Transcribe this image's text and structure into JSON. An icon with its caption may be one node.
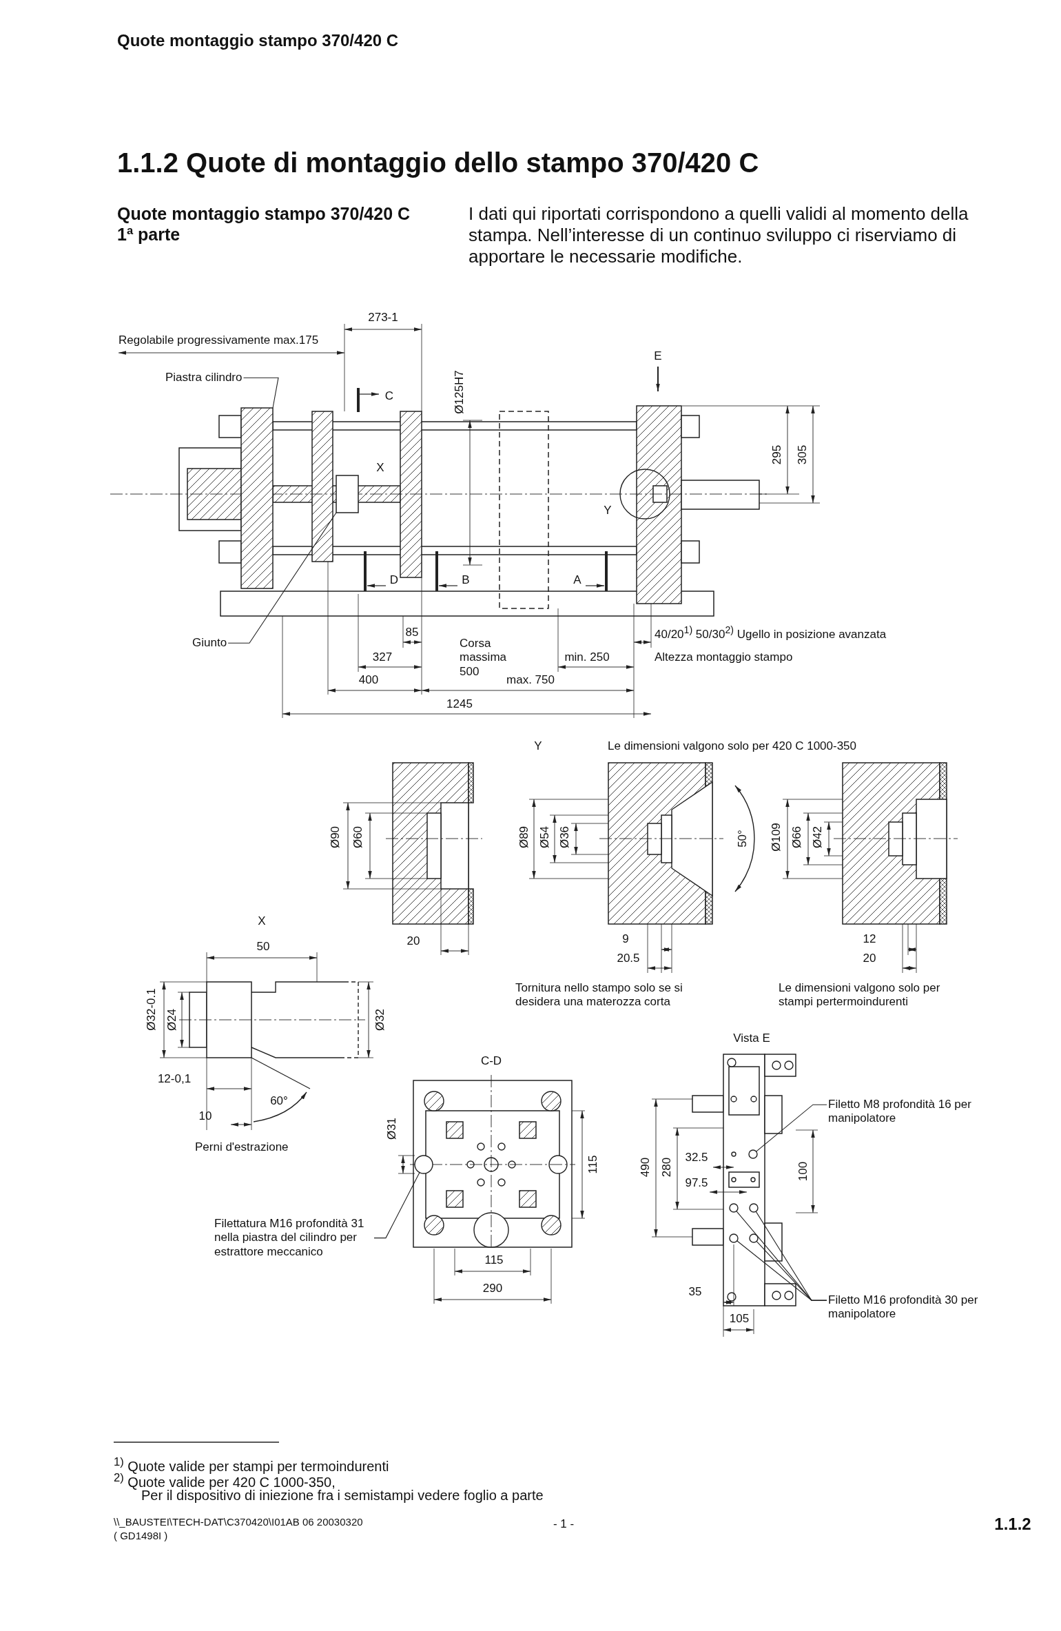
{
  "diagram": {
    "title": "1.1.2 Quote di montaggio dello stampo 370/420 C",
    "nodes": [
      {
        "text": [
          "Piastra cilindro"
        ]
      },
      {
        "text": [
          "Giunto"
        ]
      },
      {
        "text": [
          "Filettatura M16 profondità 31 nella piastra del cilindro per estrattore meccanico"
        ]
      },
      {
        "text": [
          "Filetto M8 profondità 16 per manipolatore"
        ]
      },
      {
        "text": [
          "Filetto M16 profondità 30 per manipolatore"
        ]
      },
      {
        "text": [],
        "shape": "box"
      },
      {
        "text": [],
        "shape": "box"
      },
      {
        "text": [],
        "shape": "circle"
      },
      {
        "text": [],
        "shape": "circle"
      },
      {
        "text": [],
        "shape": "circle"
      },
      {
        "text": [],
        "shape": "circle"
      },
      {
        "text": [],
        "shape": "circle"
      },
      {
        "text": [],
        "shape": "circle"
      }
    ],
    "edges": [
      {
        "from": 0,
        "to": 5,
        "arrow": "none"
      },
      {
        "from": 1,
        "to": 6,
        "arrow": "none"
      },
      {
        "from": 2,
        "to": 7,
        "arrow": "none"
      },
      {
        "from": 3,
        "to": 8,
        "arrow": "none"
      },
      {
        "from": 4,
        "to": 9,
        "arrow": "none"
      },
      {
        "from": 4,
        "to": 10,
        "arrow": "none"
      },
      {
        "from": 4,
        "to": 11,
        "arrow": "none"
      },
      {
        "from": 4,
        "to": 12,
        "arrow": "none"
      }
    ],
    "labels": [
      "Quote montaggio stampo 370/420 C",
      "Quote montaggio stampo 370/420 C 1ª parte",
      "I dati qui riportati corrispondono a quelli validi al momento della stampa. Nell’interesse di un continuo sviluppo ci riserviamo di apportare le necessarie modifiche.",
      "273-1",
      "Regolabile progressivamente max.175",
      "C",
      "Ø125H7",
      "E",
      "X",
      "295",
      "305",
      "Y",
      "D",
      "B",
      "A",
      "85",
      "Corsa massima 500",
      "40/20$^{1)}$ 50/30$^{2)}$ Ugello in posizione avanzata",
      "327",
      "min. 250",
      "Altezza montaggio stampo",
      "400",
      "max. 750",
      "1245",
      "Y",
      "Le dimensioni valgono solo per 420 C 1000-350",
      "Ø90",
      "Ø60",
      "Ø89",
      "Ø54",
      "Ø36",
      "50°",
      "Ø109",
      "Ø66",
      "Ø42",
      "X",
      "20",
      "9",
      "50",
      "20.5",
      "12",
      "20",
      "Tornitura nello stampo solo se si desidera una materozza corta",
      "Le dimensioni valgono solo per stampi pertermoindurenti",
      "Ø32-0.1",
      "Ø24",
      "Ø32",
      "Vista E",
      "C-D",
      "12-0,1",
      "60°",
      "10",
      "Ø31",
      "Perni d'estrazione",
      "115",
      "490",
      "280",
      "32.5",
      "100",
      "97.5",
      "115",
      "290",
      "35",
      "105",
      "$^{1)}$ Quote valide per stampi per termoindurenti",
      "$^{2)}$ Quote valide per 420 C 1000-350,",
      "Per il dispositivo di iniezione fra i semistampi vedere foglio a parte",
      "\\\\_BAUSTEI\\TECH-DAT\\C370420\\I01AB 06 20030320",
      "- 1 -",
      "( GD1498I )",
      "1.1.2"
    ]
  }
}
